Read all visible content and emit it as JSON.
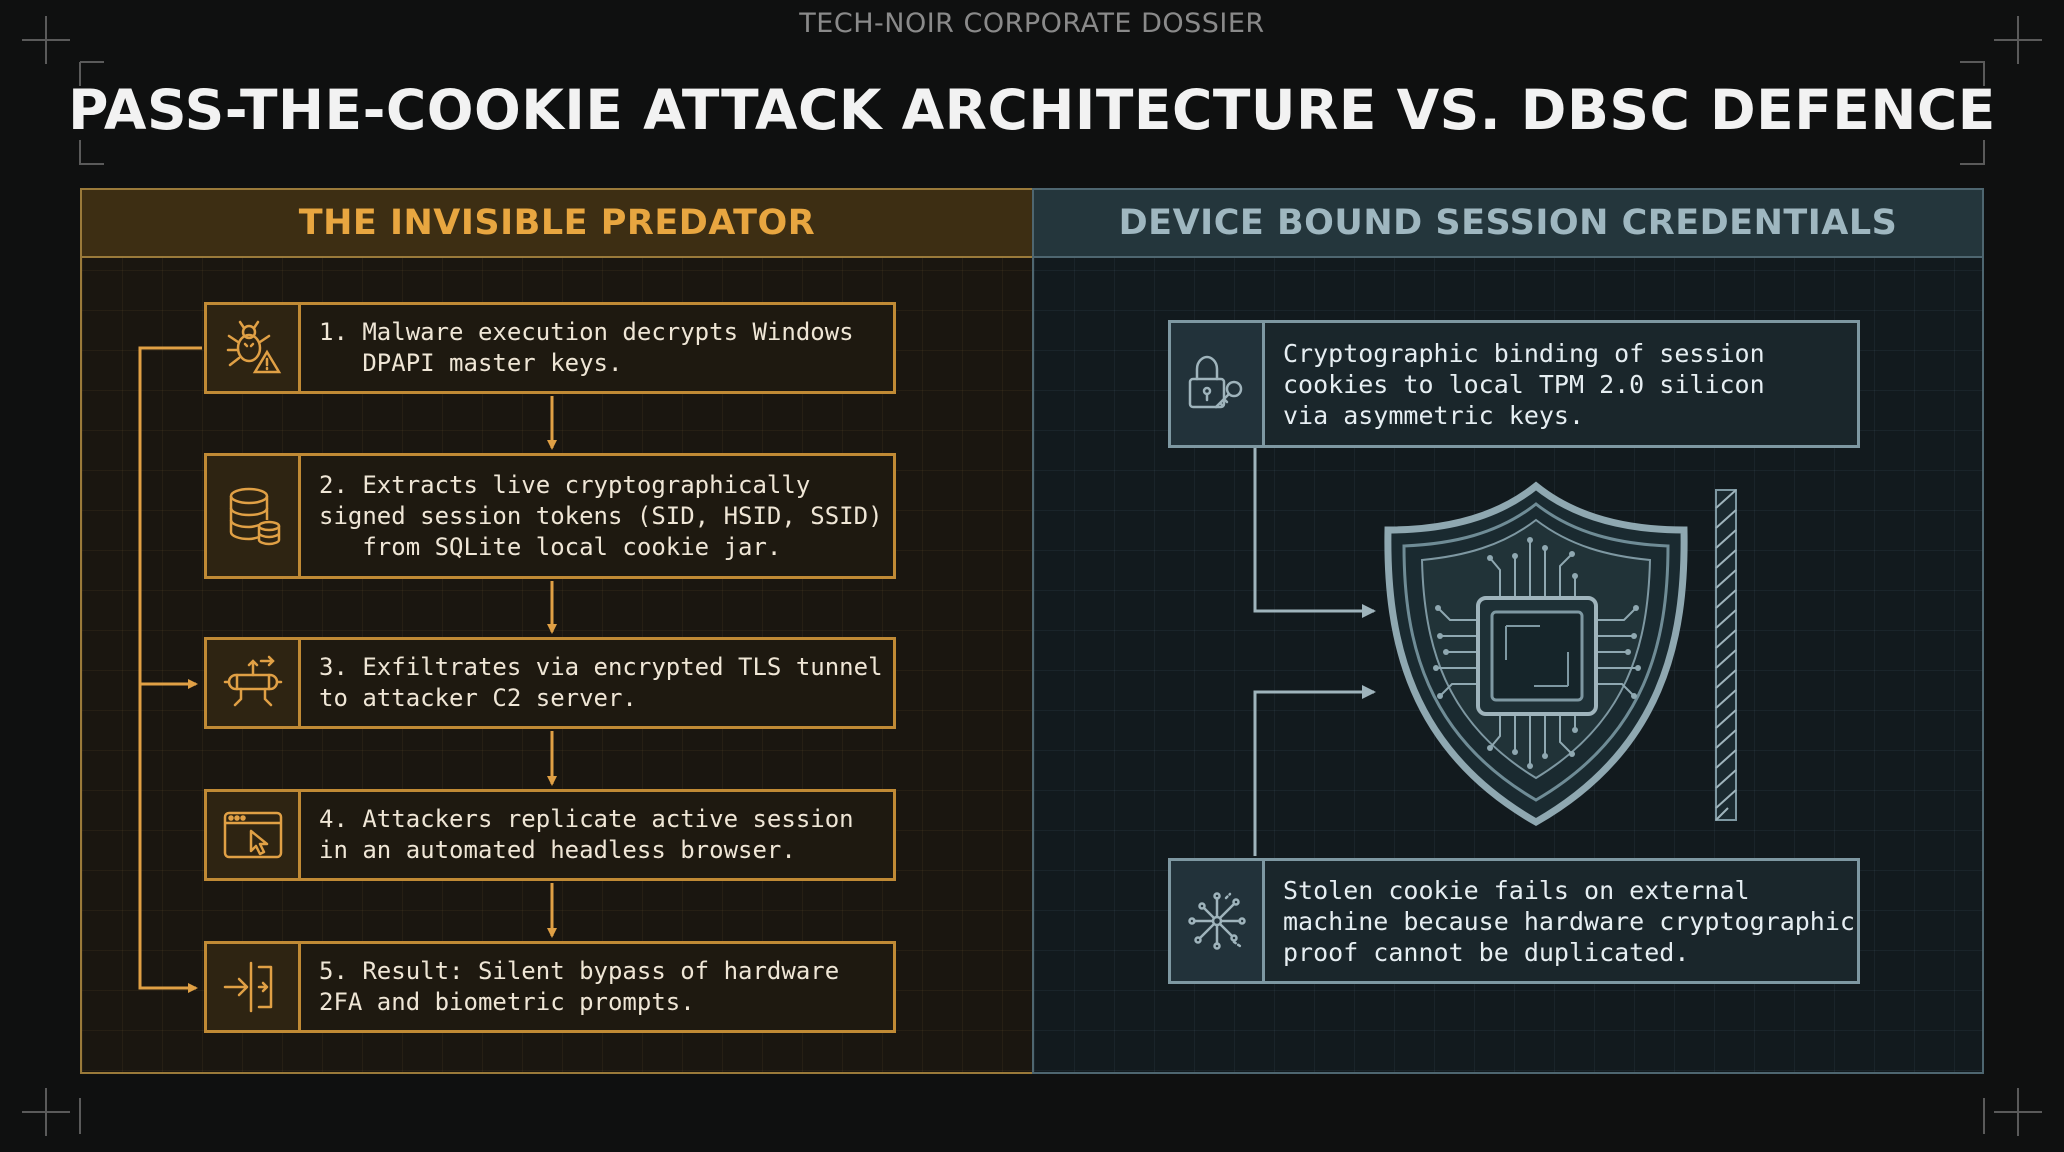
{
  "header": {
    "kicker": "TECH-NOIR CORPORATE DOSSIER",
    "title": "PASS-THE-COOKIE ATTACK ARCHITECTURE VS. DBSC DEFENCE"
  },
  "attack": {
    "heading": "THE INVISIBLE PREDATOR",
    "accent": "#c08a35",
    "steps": [
      {
        "icon": "malware-bug-warning-icon",
        "text": "1. Malware execution decrypts Windows\n   DPAPI master keys."
      },
      {
        "icon": "database-icon",
        "text": "2. Extracts live cryptographically\nsigned session tokens (SID, HSID, SSID)\n   from SQLite local cookie jar."
      },
      {
        "icon": "tunnel-pipe-icon",
        "text": "3. Exfiltrates via encrypted TLS tunnel\nto attacker C2 server."
      },
      {
        "icon": "browser-cursor-icon",
        "text": "4. Attackers replicate active session\nin an automated headless browser."
      },
      {
        "icon": "bypass-door-icon",
        "text": "5. Result: Silent bypass of hardware\n2FA and biometric prompts."
      }
    ]
  },
  "defence": {
    "heading": "DEVICE BOUND SESSION CREDENTIALS",
    "accent": "#7e98a2",
    "binding": {
      "icon": "padlock-key-icon",
      "text": "Cryptographic binding of session\ncookies to local TPM 2.0 silicon\nvia asymmetric keys."
    },
    "emblem": {
      "icon": "shield-chip-icon"
    },
    "failure": {
      "icon": "network-nodes-icon",
      "text": "Stolen cookie fails on external\nmachine because hardware cryptographic\nproof cannot be duplicated."
    }
  }
}
